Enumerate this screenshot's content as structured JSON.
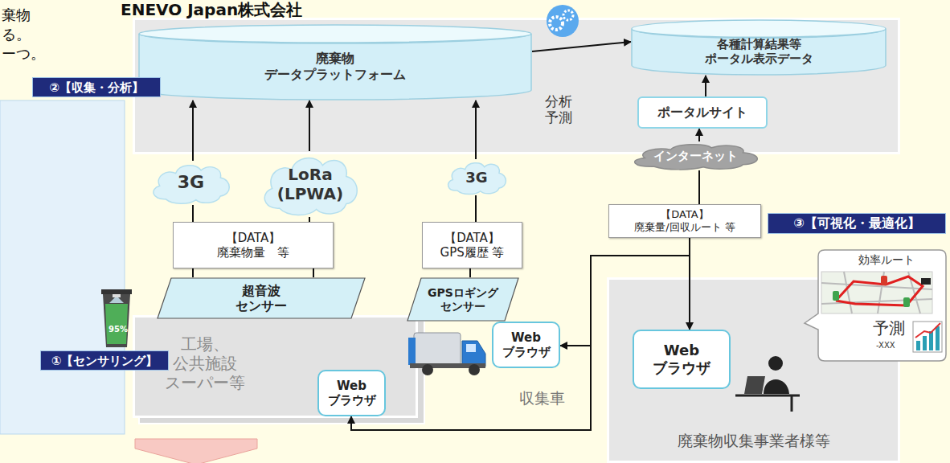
{
  "diagram": {
    "title": "ENEVO Japan株式会社",
    "nodes": [
      {
        "text": [
          "分析 予測"
        ]
      },
      {
        "text": [
          "廃棄物 データプラットフォーム"
        ],
        "in": 0
      },
      {
        "text": [
          "各種計算結果等 ポータル表示データ"
        ],
        "in": 0
      },
      {
        "text": [
          "ポータルサイト"
        ],
        "in": 0
      },
      {
        "text": [
          "②【収集・分析】"
        ]
      },
      {
        "text": [
          "3G"
        ]
      },
      {
        "text": [
          "LoRa (LPWA)"
        ]
      },
      {
        "text": [
          "3G"
        ]
      },
      {
        "text": [
          "インターネット"
        ]
      },
      {
        "text": [
          "【DATA】",
          "廃棄物量　等"
        ]
      },
      {
        "text": [
          "【DATA】",
          "GPS履歴 等"
        ]
      },
      {
        "text": [
          "【DATA】",
          "廃棄量/回収ルート 等"
        ]
      },
      {
        "text": [
          "③【可視化・最適化】"
        ]
      },
      {
        "text": [
          "超音波 センサー"
        ]
      },
      {
        "text": [
          "GPSロギング センサー"
        ]
      },
      {
        "text": [
          "工場、公共施設 スーパー等"
        ]
      },
      {
        "text": [
          "Web ブラウザ"
        ],
        "in": 15
      },
      {
        "text": [
          "①【センサリング】"
        ]
      },
      {
        "text": [
          "Web ブラウザ"
        ]
      },
      {
        "text": [
          "廃棄物収集事業者様等"
        ]
      },
      {
        "text": [
          "Web ブラウザ"
        ],
        "in": 19
      },
      {
        "text": [
          "効率ルート",
          "予測",
          "-XXX"
        ]
      }
    ],
    "edges": [
      {
        "from": 13,
        "to": 9,
        "arrow": "none"
      },
      {
        "from": 13,
        "to": 9,
        "arrow": "none"
      },
      {
        "from": 9,
        "to": 5,
        "arrow": "none"
      },
      {
        "from": 9,
        "to": 6,
        "arrow": "none"
      },
      {
        "from": 5,
        "to": 1,
        "arrow": "to"
      },
      {
        "from": 6,
        "to": 1,
        "arrow": "to"
      },
      {
        "from": 14,
        "to": 10,
        "arrow": "none"
      },
      {
        "from": 10,
        "to": 7,
        "arrow": "none"
      },
      {
        "from": 7,
        "to": 1,
        "arrow": "to"
      },
      {
        "from": 1,
        "to": 2,
        "arrow": "to"
      },
      {
        "from": 3,
        "to": 2,
        "arrow": "to"
      },
      {
        "from": 8,
        "to": 3,
        "arrow": "to"
      },
      {
        "from": 11,
        "to": 8,
        "arrow": "none"
      },
      {
        "from": 11,
        "to": 20,
        "arrow": "to"
      },
      {
        "from": 11,
        "to": 18,
        "arrow": "to"
      },
      {
        "from": 11,
        "to": 16,
        "arrow": "to"
      }
    ],
    "labels": [
      "棄物",
      "る。",
      "ーつ。",
      "95%",
      "収集車"
    ]
  }
}
